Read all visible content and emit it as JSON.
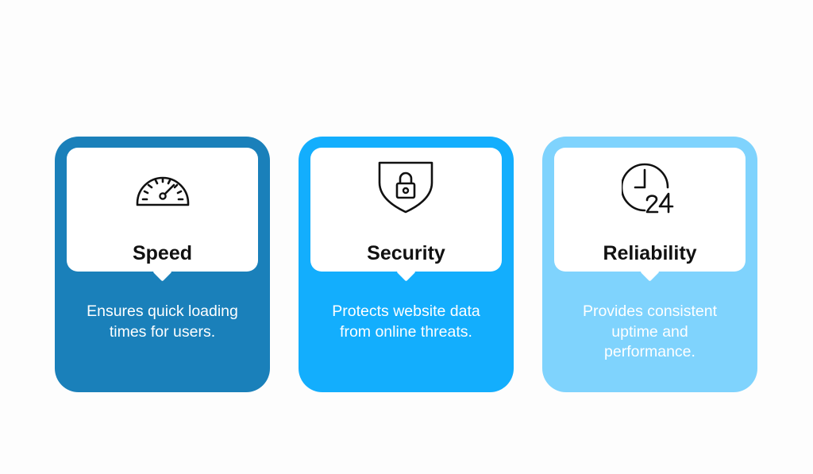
{
  "cards": [
    {
      "title": "Speed",
      "description": "Ensures quick loading times for users.",
      "icon": "speedometer-icon",
      "color": "#1a80ba"
    },
    {
      "title": "Security",
      "description": "Protects website data from online threats.",
      "icon": "shield-lock-icon",
      "color": "#13aefd"
    },
    {
      "title": "Reliability",
      "description": "Provides consistent uptime and performance.",
      "icon": "clock-24-icon",
      "color": "#7fd3fd"
    }
  ]
}
